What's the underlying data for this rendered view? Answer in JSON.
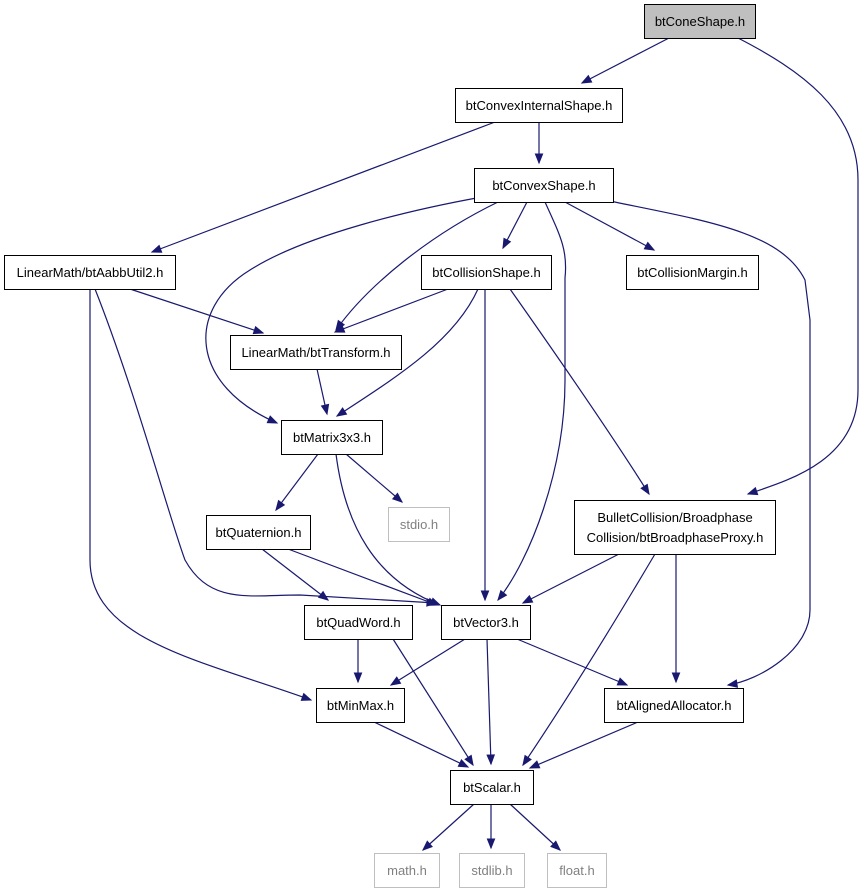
{
  "nodes": {
    "cone": "btConeShape.h",
    "convexInternal": "btConvexInternalShape.h",
    "convexShape": "btConvexShape.h",
    "aabbUtil": "LinearMath/btAabbUtil2.h",
    "collisionShape": "btCollisionShape.h",
    "collisionMargin": "btCollisionMargin.h",
    "transform": "LinearMath/btTransform.h",
    "matrix": "btMatrix3x3.h",
    "quaternion": "btQuaternion.h",
    "stdio": "stdio.h",
    "broadphase": [
      "BulletCollision/Broadphase",
      "Collision/btBroadphaseProxy.h"
    ],
    "quadWord": "btQuadWord.h",
    "vector3": "btVector3.h",
    "minMax": "btMinMax.h",
    "alignedAllocator": "btAlignedAllocator.h",
    "scalar": "btScalar.h",
    "math": "math.h",
    "stdlib": "stdlib.h",
    "float": "float.h"
  },
  "node_style": {
    "cone": "root",
    "stdio": "external",
    "math": "external",
    "stdlib": "external",
    "float": "external"
  },
  "edges": [
    [
      "cone",
      "convexInternal"
    ],
    [
      "cone",
      "broadphase"
    ],
    [
      "convexInternal",
      "aabbUtil"
    ],
    [
      "convexInternal",
      "convexShape"
    ],
    [
      "convexShape",
      "collisionShape"
    ],
    [
      "convexShape",
      "collisionMargin"
    ],
    [
      "convexShape",
      "transform"
    ],
    [
      "convexShape",
      "matrix"
    ],
    [
      "convexShape",
      "vector3"
    ],
    [
      "convexShape",
      "alignedAllocator"
    ],
    [
      "aabbUtil",
      "transform"
    ],
    [
      "aabbUtil",
      "vector3"
    ],
    [
      "aabbUtil",
      "minMax"
    ],
    [
      "collisionShape",
      "transform"
    ],
    [
      "collisionShape",
      "matrix"
    ],
    [
      "collisionShape",
      "vector3"
    ],
    [
      "collisionShape",
      "broadphase"
    ],
    [
      "transform",
      "matrix"
    ],
    [
      "matrix",
      "quaternion"
    ],
    [
      "matrix",
      "stdio"
    ],
    [
      "matrix",
      "vector3"
    ],
    [
      "quaternion",
      "quadWord"
    ],
    [
      "quaternion",
      "vector3"
    ],
    [
      "broadphase",
      "vector3"
    ],
    [
      "broadphase",
      "alignedAllocator"
    ],
    [
      "broadphase",
      "scalar"
    ],
    [
      "quadWord",
      "minMax"
    ],
    [
      "quadWord",
      "scalar"
    ],
    [
      "vector3",
      "minMax"
    ],
    [
      "vector3",
      "scalar"
    ],
    [
      "vector3",
      "alignedAllocator"
    ],
    [
      "minMax",
      "scalar"
    ],
    [
      "alignedAllocator",
      "scalar"
    ],
    [
      "scalar",
      "math"
    ],
    [
      "scalar",
      "stdlib"
    ],
    [
      "scalar",
      "float"
    ]
  ],
  "colors": {
    "edge": "#191970",
    "root_fill": "#bfbfbf",
    "external_border": "#bfbfbf",
    "external_text": "#808080"
  }
}
